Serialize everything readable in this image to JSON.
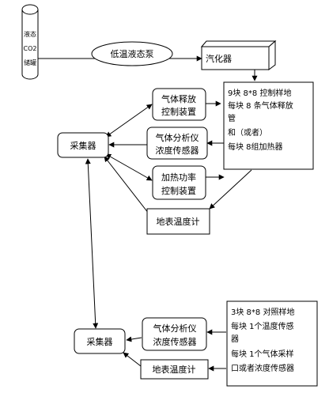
{
  "nodes": {
    "tank": {
      "lines": [
        "液态",
        "CO2",
        "储罐"
      ]
    },
    "pump": {
      "label": "低温液态泵"
    },
    "vaporizer": {
      "label": "汽化器"
    },
    "plot_box": {
      "lines": [
        "9块 8*8 控制样地",
        "每块 8 条气体释放",
        "管",
        "和（或者）",
        "每块 8组加热器"
      ]
    },
    "gas_release": {
      "lines": [
        "气体释放",
        "控制装置"
      ]
    },
    "gas_analyzer_top": {
      "lines": [
        "气体分析仪",
        "浓度传感器"
      ]
    },
    "heating": {
      "lines": [
        "加热功率",
        "控制装置"
      ]
    },
    "surface_thermo_top": {
      "label": "地表温度计"
    },
    "collector_top": {
      "label": "采集器"
    },
    "collector_bottom": {
      "label": "采集器"
    },
    "gas_analyzer_bottom": {
      "lines": [
        "气体分析仪",
        "浓度传感器"
      ]
    },
    "surface_thermo_bottom": {
      "label": "地表温度计"
    },
    "control_box": {
      "lines": [
        "3块 8*8 对照样地",
        "每块 1个温度传感",
        "器",
        "每块 1个气体采样",
        "口或者浓度传感器"
      ]
    }
  },
  "colors": {
    "stroke": "#000000",
    "fill": "#ffffff",
    "shadow": "#7f7f7f"
  }
}
